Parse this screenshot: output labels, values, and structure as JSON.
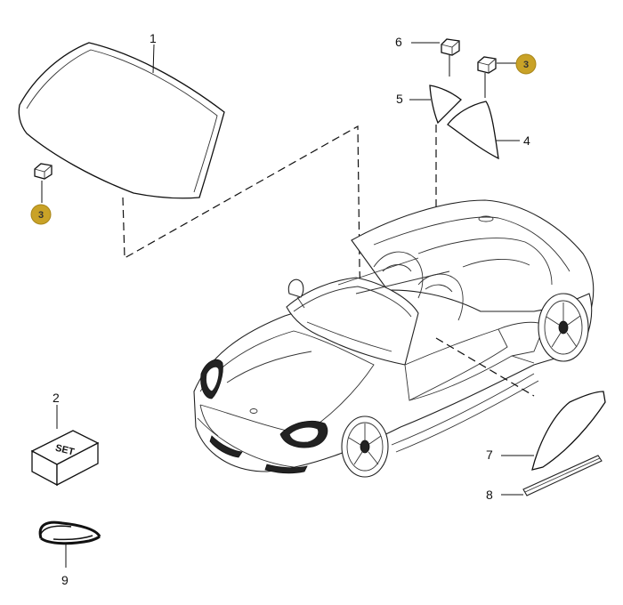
{
  "callouts": {
    "c1": "1",
    "c2": "2",
    "c3a": "3",
    "c3b": "3",
    "c4": "4",
    "c5": "5",
    "c6": "6",
    "c7": "7",
    "c8": "8",
    "c9": "9"
  },
  "set_box_label": "SET",
  "colors": {
    "badge_fill": "#c9a227",
    "badge_stroke": "#a8861a",
    "line": "#111111"
  }
}
